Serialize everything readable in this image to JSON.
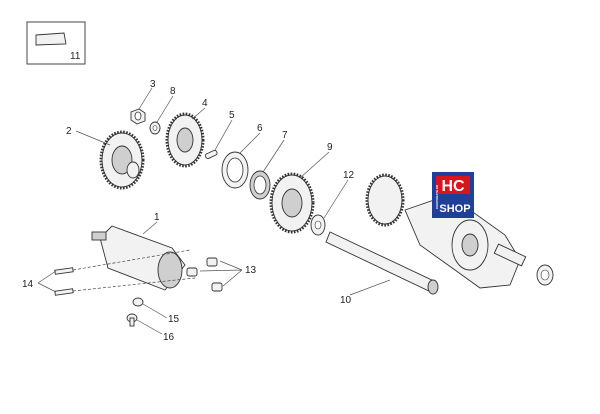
{
  "callouts": {
    "c1": "1",
    "c2": "2",
    "c3": "3",
    "c4": "4",
    "c5": "5",
    "c6": "6",
    "c7": "7",
    "c8": "8",
    "c9": "9",
    "c10": "10",
    "c11": "11",
    "c12": "12",
    "c13": "13",
    "c14": "14",
    "c15": "15",
    "c16": "16"
  },
  "logo": {
    "line1": "HC",
    "line2": "SHOP",
    "vertical": "CORPORATE.RU"
  },
  "colors": {
    "logo_blue": "#1f3f9a",
    "logo_red": "#d8141c",
    "line": "#333333"
  }
}
